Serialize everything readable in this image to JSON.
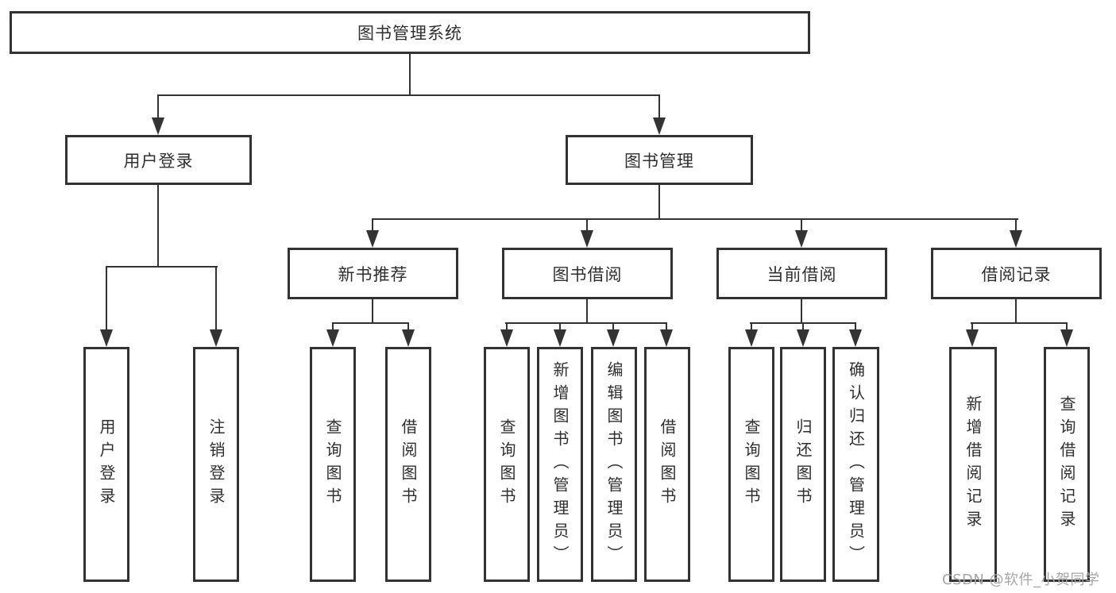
{
  "diagram": {
    "root": {
      "label": "图书管理系统"
    },
    "level2": [
      {
        "label": "用户登录"
      },
      {
        "label": "图书管理"
      }
    ],
    "level3": [
      {
        "label": "新书推荐"
      },
      {
        "label": "图书借阅"
      },
      {
        "label": "当前借阅"
      },
      {
        "label": "借阅记录"
      }
    ],
    "leaves": {
      "login": [
        "用户登录",
        "注销登录"
      ],
      "recommend": [
        "查询图书",
        "借阅图书"
      ],
      "borrow": [
        "查询图书",
        "新增图书（管理员）",
        "编辑图书（管理员）",
        "借阅图书"
      ],
      "current": [
        "查询图书",
        "归还图书",
        "确认归还（管理员）"
      ],
      "records": [
        "新增借阅记录",
        "查询借阅记录"
      ]
    },
    "watermark": "CSDN @软件_小贺同学",
    "colors": {
      "border": "#333333",
      "line": "#333333",
      "text": "#2f2f2f",
      "watermark": "#a6a6a6",
      "background": "#ffffff"
    }
  }
}
